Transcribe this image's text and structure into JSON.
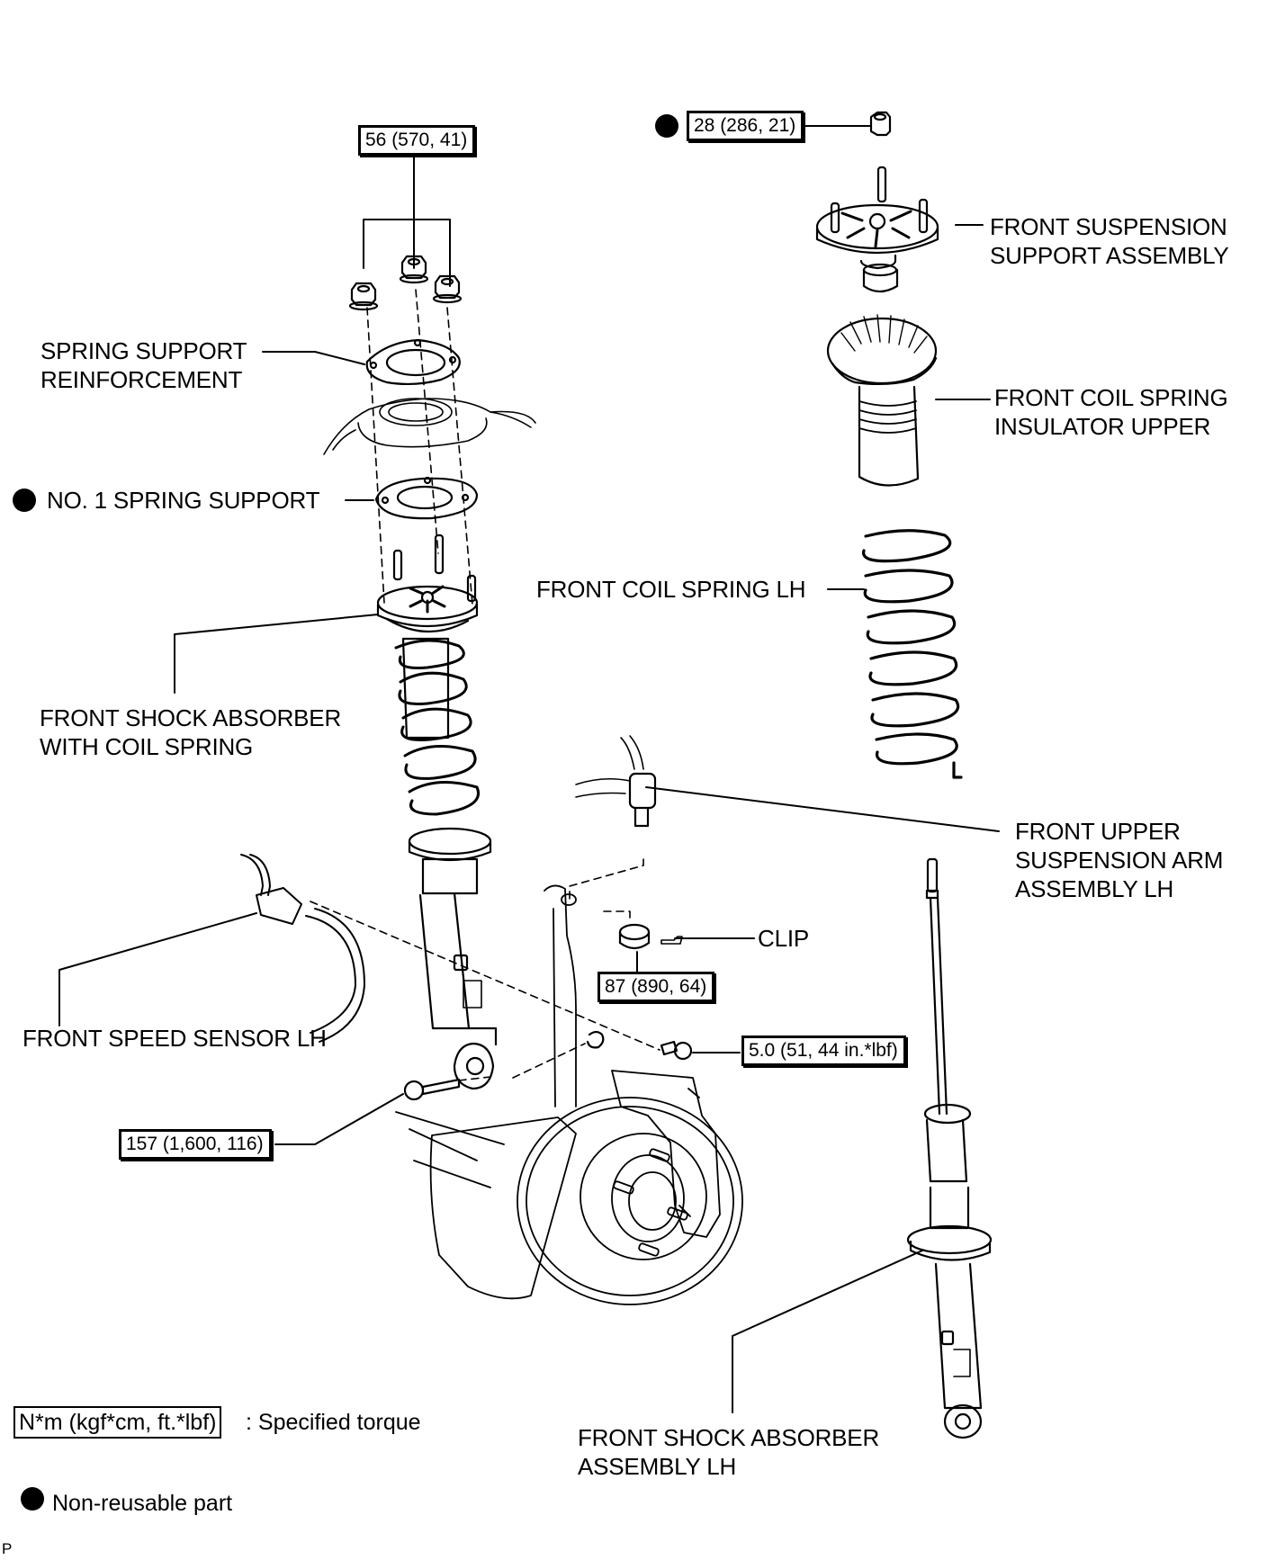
{
  "diagram": {
    "title": "Front Suspension Components (Exploded View)",
    "torque_specs": {
      "upper_support_nuts": "56 (570, 41)",
      "suspension_support_nut": "28 (286, 21)",
      "upper_arm_nut": "87 (890, 64)",
      "speed_sensor_bolt": "5.0 (51, 44 in.*lbf)",
      "lower_shock_bolt": "157 (1,600, 116)"
    },
    "parts": {
      "front_suspension_support_assembly": [
        "FRONT SUSPENSION",
        "SUPPORT ASSEMBLY"
      ],
      "spring_support_reinforcement": [
        "SPRING SUPPORT",
        "REINFORCEMENT"
      ],
      "front_coil_spring_insulator_upper": [
        "FRONT COIL SPRING",
        "INSULATOR UPPER"
      ],
      "no1_spring_support": "NO. 1 SPRING SUPPORT",
      "front_coil_spring_lh": "FRONT COIL SPRING LH",
      "front_shock_absorber_with_coil_spring": [
        "FRONT SHOCK ABSORBER",
        "WITH COIL SPRING"
      ],
      "front_upper_suspension_arm_assembly_lh": [
        "FRONT UPPER",
        "SUSPENSION ARM",
        "ASSEMBLY LH"
      ],
      "clip": "CLIP",
      "front_speed_sensor_lh": "FRONT SPEED SENSOR LH",
      "front_shock_absorber_assembly_lh": [
        "FRONT SHOCK ABSORBER",
        "ASSEMBLY LH"
      ]
    },
    "non_reusable_parts": [
      "NO. 1 SPRING SUPPORT",
      "suspension support nut"
    ],
    "legend": {
      "torque_unit_box": "N*m (kgf*cm, ft.*lbf)",
      "torque_desc": ": Specified torque",
      "non_reusable_desc": "Non-reusable part"
    },
    "corner_mark": "P"
  }
}
